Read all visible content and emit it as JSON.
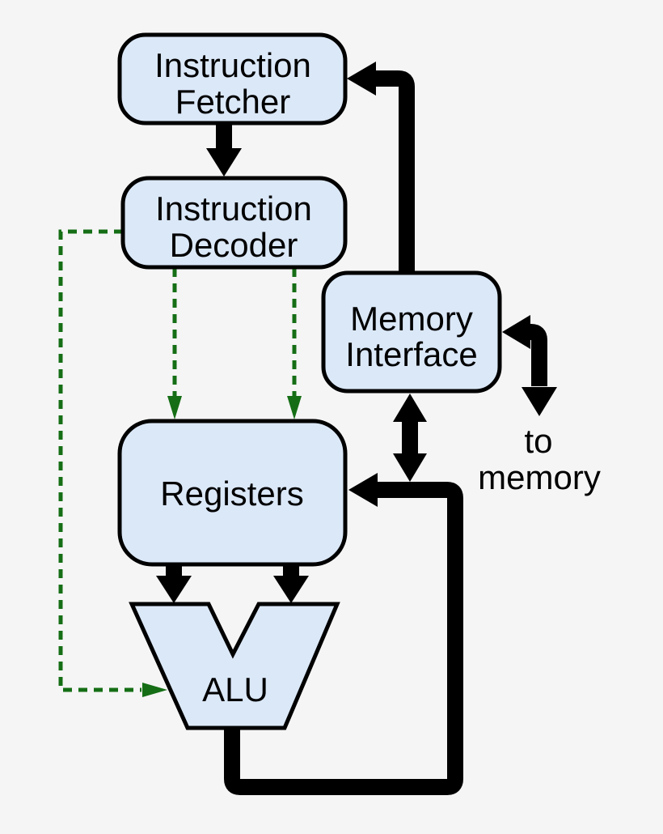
{
  "colors": {
    "background": "#f5f5f5",
    "node_fill": "#dbe8f8",
    "node_border": "#000000",
    "data_path_black": "#000000",
    "control_path_green": "#156e15",
    "text": "#000000"
  },
  "nodes": {
    "instruction_fetcher": {
      "lines": [
        "Instruction",
        "Fetcher"
      ]
    },
    "instruction_decoder": {
      "lines": [
        "Instruction",
        "Decoder"
      ]
    },
    "memory_interface": {
      "lines": [
        "Memory",
        "Interface"
      ]
    },
    "registers": {
      "lines": [
        "Registers"
      ]
    },
    "alu": {
      "lines": [
        "ALU"
      ]
    }
  },
  "annotations": {
    "to_memory": {
      "lines": [
        "to",
        "memory"
      ]
    }
  },
  "edges": [
    {
      "from": "Instruction Fetcher",
      "to": "Instruction Decoder",
      "style": "solid-black-arrow"
    },
    {
      "from": "Memory Interface",
      "to": "Instruction Fetcher",
      "style": "solid-black-arrow"
    },
    {
      "from": "Memory Interface",
      "to": "to memory",
      "style": "solid-black-bidirectional-elbow"
    },
    {
      "from": "Memory Interface",
      "to": "Registers data bus",
      "style": "solid-black-double-headed-arrow"
    },
    {
      "from": "ALU",
      "to": "Registers",
      "style": "solid-black-arrow-bottom-loop"
    },
    {
      "from": "Registers",
      "to": "ALU",
      "style": "solid-black-arrow",
      "count": 2
    },
    {
      "from": "Instruction Decoder",
      "to": "Registers",
      "style": "green-dashed-arrow",
      "count": 2
    },
    {
      "from": "Instruction Decoder",
      "to": "ALU",
      "style": "green-dashed-arrow"
    }
  ]
}
